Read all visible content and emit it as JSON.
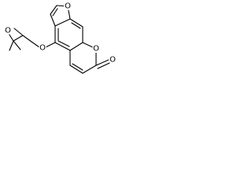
{
  "structure": {
    "atom_labels": {
      "furan_oxygen": "O",
      "ether_oxygen": "O",
      "lactone_ring_oxygen": "O",
      "carbonyl_oxygen": "O",
      "epoxide_oxygen": "O"
    }
  }
}
